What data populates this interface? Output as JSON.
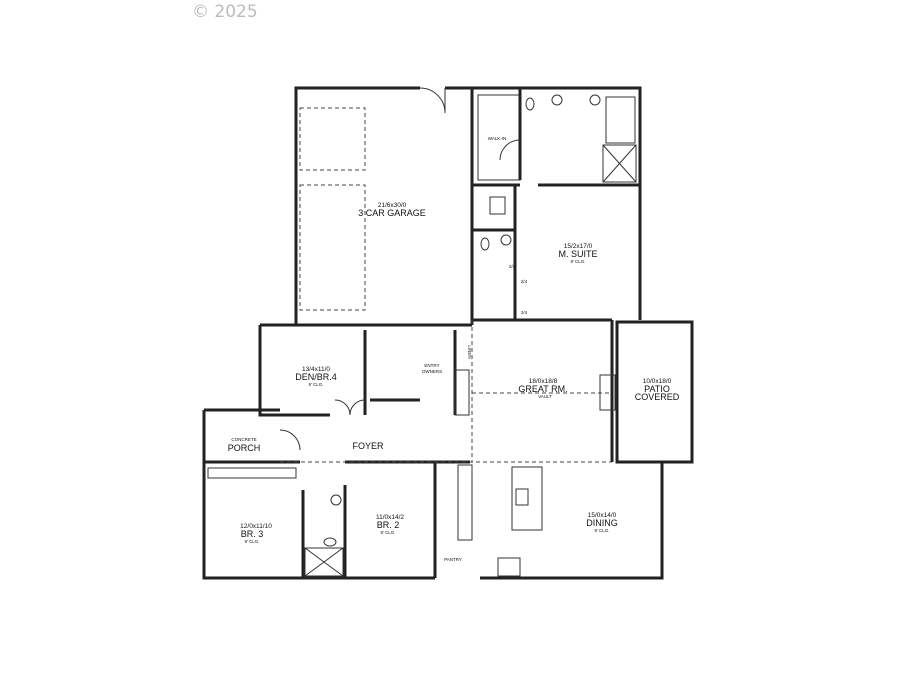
{
  "copyright": "© 2025",
  "rooms": {
    "garage": {
      "dim": "21/6x30/0",
      "name": "3 CAR GARAGE"
    },
    "walk_in": {
      "name": "WALK-IN"
    },
    "master": {
      "dim": "15/2x17/0",
      "name": "M. SUITE",
      "ceiling": "9' CLG."
    },
    "den": {
      "dim": "13/4x11/0",
      "name": "DEN/BR.4",
      "ceiling": "9' CLG."
    },
    "entry": {
      "line1": "ENTRY",
      "line2": "OWNERS"
    },
    "linen": {
      "name": "LINEN"
    },
    "great": {
      "dim": "18/0x18/8",
      "name": "GREAT RM.",
      "ceiling": "VAULT"
    },
    "patio": {
      "dim": "10/0x18/0",
      "line1": "PATIO",
      "line2": "COVERED"
    },
    "porch": {
      "line1": "CONCRETE",
      "line2": "PORCH"
    },
    "foyer": {
      "name": "FOYER"
    },
    "br3": {
      "dim": "12/0x11/10",
      "name": "BR. 3",
      "ceiling": "9' CLG."
    },
    "br2": {
      "dim": "11/0x14/2",
      "name": "BR. 2",
      "ceiling": "9' CLG."
    },
    "dining": {
      "dim": "15/0x14/0",
      "name": "DINING",
      "ceiling": "9' CLG."
    },
    "pantry": {
      "name": "PANTRY"
    }
  },
  "door_labels": [
    "2/4",
    "2/4",
    "2/4"
  ]
}
